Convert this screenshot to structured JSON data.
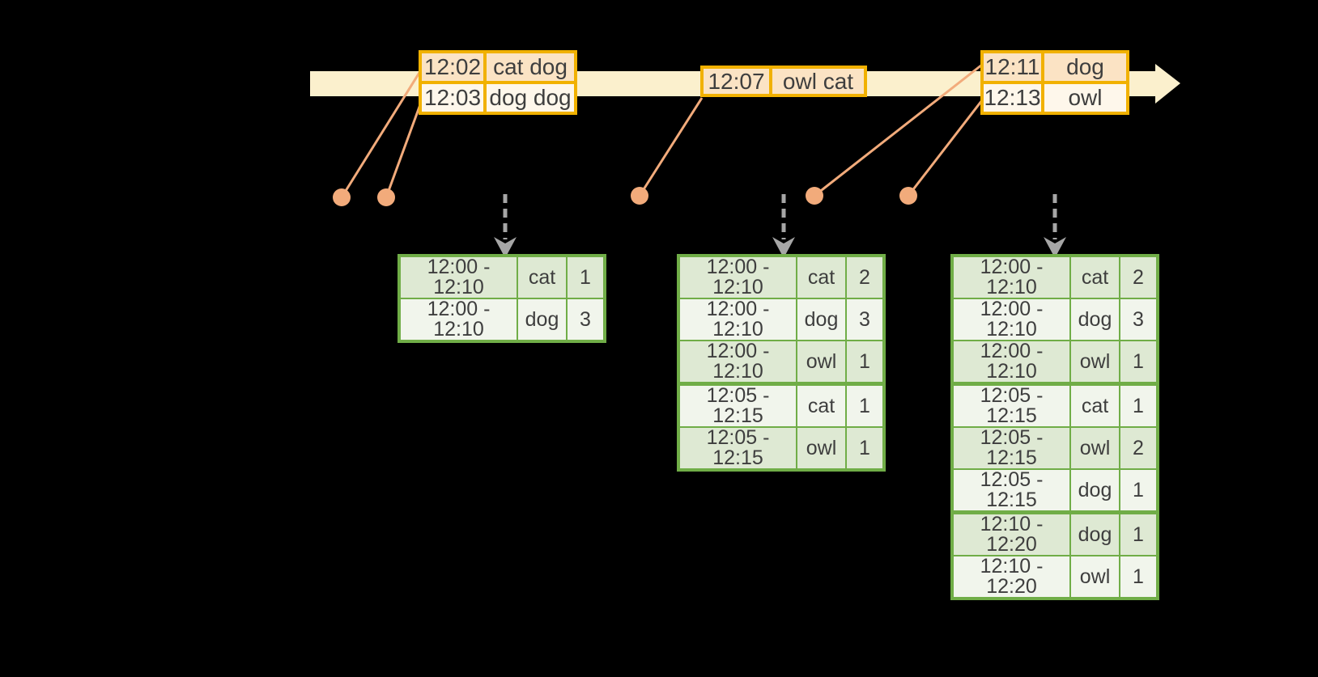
{
  "diagram": {
    "description": "Windowed grouped aggregation over an event timeline with micro-batches and result tables",
    "colors": {
      "background": "#000000",
      "timeline_fill": "#FBF0CD",
      "event_border": "#F1B100",
      "event_row_dark": "#FBE3C4",
      "event_row_light": "#FEF7EB",
      "connector_and_dot": "#F2AB7B",
      "trigger_arrow_gray": "#A6A6A6",
      "result_border": "#70AD47",
      "result_row_dark": "#DEE9D3",
      "result_row_light": "#F1F5EC",
      "text": "#3E3E3E"
    }
  },
  "event_tables": [
    {
      "rows": [
        {
          "time": "12:02",
          "words": "cat dog"
        },
        {
          "time": "12:03",
          "words": "dog dog"
        }
      ]
    },
    {
      "rows": [
        {
          "time": "12:07",
          "words": "owl cat"
        }
      ]
    },
    {
      "rows": [
        {
          "time": "12:11",
          "words": "dog"
        },
        {
          "time": "12:13",
          "words": "owl"
        }
      ]
    }
  ],
  "result_tables": [
    {
      "rows": [
        {
          "window": "12:00 - 12:10",
          "word": "cat",
          "count": "1"
        },
        {
          "window": "12:00 - 12:10",
          "word": "dog",
          "count": "3"
        }
      ]
    },
    {
      "rows": [
        {
          "window": "12:00 - 12:10",
          "word": "cat",
          "count": "2"
        },
        {
          "window": "12:00 - 12:10",
          "word": "dog",
          "count": "3"
        },
        {
          "window": "12:00 - 12:10",
          "word": "owl",
          "count": "1"
        },
        {
          "window": "12:05 - 12:15",
          "word": "cat",
          "count": "1"
        },
        {
          "window": "12:05 - 12:15",
          "word": "owl",
          "count": "1"
        }
      ]
    },
    {
      "rows": [
        {
          "window": "12:00 - 12:10",
          "word": "cat",
          "count": "2"
        },
        {
          "window": "12:00 - 12:10",
          "word": "dog",
          "count": "3"
        },
        {
          "window": "12:00 - 12:10",
          "word": "owl",
          "count": "1"
        },
        {
          "window": "12:05 - 12:15",
          "word": "cat",
          "count": "1"
        },
        {
          "window": "12:05 - 12:15",
          "word": "owl",
          "count": "2"
        },
        {
          "window": "12:05 - 12:15",
          "word": "dog",
          "count": "1"
        },
        {
          "window": "12:10 - 12:20",
          "word": "dog",
          "count": "1"
        },
        {
          "window": "12:10 - 12:20",
          "word": "owl",
          "count": "1"
        }
      ]
    }
  ]
}
